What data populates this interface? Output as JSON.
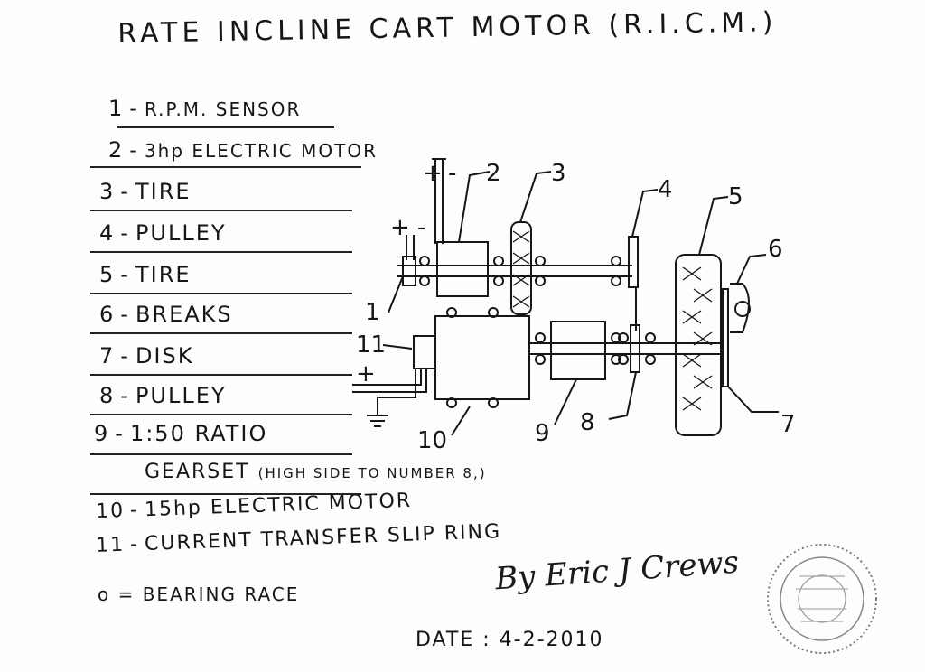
{
  "title": "RATE INCLINE CART MOTOR (R.I.C.M.)",
  "legend": [
    {
      "num": "1",
      "label": "R.P.M. SENSOR"
    },
    {
      "num": "2",
      "label": "3hp ELECTRIC MOTOR"
    },
    {
      "num": "3",
      "label": "TIRE"
    },
    {
      "num": "4",
      "label": "PULLEY"
    },
    {
      "num": "5",
      "label": "TIRE"
    },
    {
      "num": "6",
      "label": "BREAKS"
    },
    {
      "num": "7",
      "label": "DISK"
    },
    {
      "num": "8",
      "label": "PULLEY"
    },
    {
      "num": "9",
      "label": "1:50 RATIO"
    },
    {
      "num": "10",
      "label": "15hp ELECTRIC MOTOR"
    },
    {
      "num": "11",
      "label": "CURRENT TRANSFER SLIP RING"
    }
  ],
  "legend_cont": {
    "main": "GEARSET",
    "note": "(HIGH SIDE TO NUMBER 8,)"
  },
  "bearing_note": "o = BEARING RACE",
  "signature": "By Eric J Crews",
  "date": "DATE : 4-2-2010",
  "diagram_labels": {
    "l1": "1",
    "l2": "2",
    "l3": "3",
    "l4": "4",
    "l5": "5",
    "l6": "6",
    "l7": "7",
    "l8": "8",
    "l9": "9",
    "l10": "10",
    "l11": "11",
    "plus_top": "+",
    "minus_top": "-",
    "plus_left": "+",
    "minus_left": "-",
    "plus_bottom": "+"
  }
}
